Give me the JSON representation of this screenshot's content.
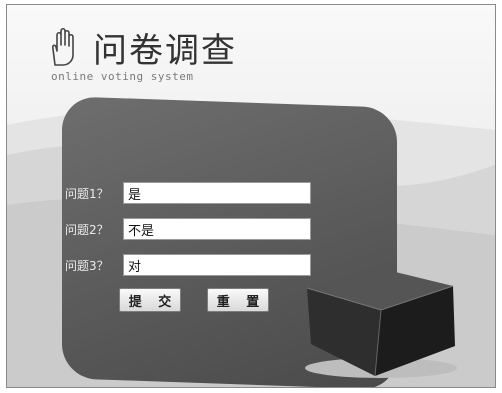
{
  "header": {
    "title": "问卷调查",
    "subtitle": "online voting system",
    "icon": "hand-icon"
  },
  "form": {
    "questions": [
      {
        "label": "问题1？",
        "value": "是"
      },
      {
        "label": "问题2？",
        "value": "不是"
      },
      {
        "label": "问题3？",
        "value": "对"
      }
    ],
    "submit_label": "提 交",
    "reset_label": "重 置"
  },
  "colors": {
    "panel": "#5c5c5c",
    "cube": "#2a2a2a",
    "background": "#f2f2f2"
  }
}
